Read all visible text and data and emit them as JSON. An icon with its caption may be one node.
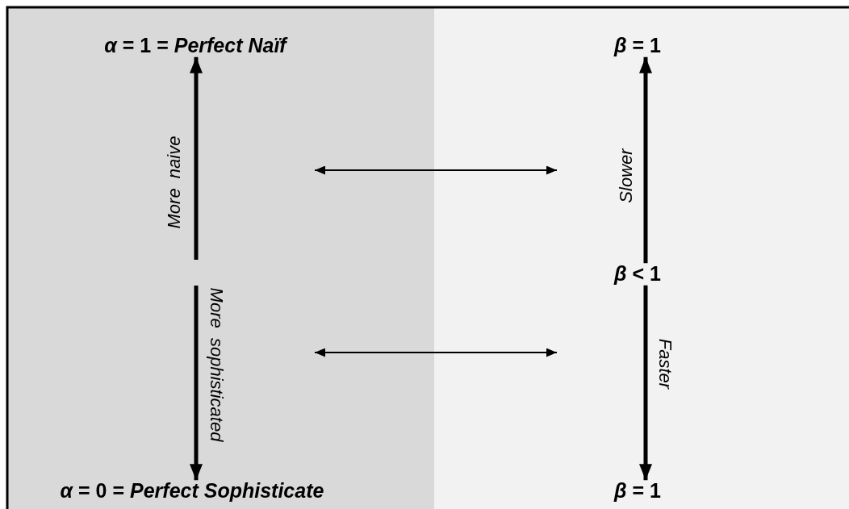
{
  "diagram": {
    "nodes": [
      {
        "text": [
          "*α* = 1 = *Perfect Naïf*"
        ]
      },
      {
        "text": [
          "*α* = 0 = *Perfect Sophisticate*"
        ]
      },
      {
        "text": [
          "*β* = 1"
        ]
      },
      {
        "text": [
          "*β* < 1"
        ]
      },
      {
        "text": [
          "*β* = 1"
        ]
      }
    ],
    "edges": [
      {
        "from": null,
        "to": 0,
        "arrow": "to",
        "label": "More  naive"
      },
      {
        "from": null,
        "to": 1,
        "arrow": "to",
        "label": "More  sophisticated"
      },
      {
        "from": 3,
        "to": 2,
        "arrow": "to",
        "label": "Slower"
      },
      {
        "from": 3,
        "to": 4,
        "arrow": "to",
        "label": "Faster"
      }
    ]
  }
}
